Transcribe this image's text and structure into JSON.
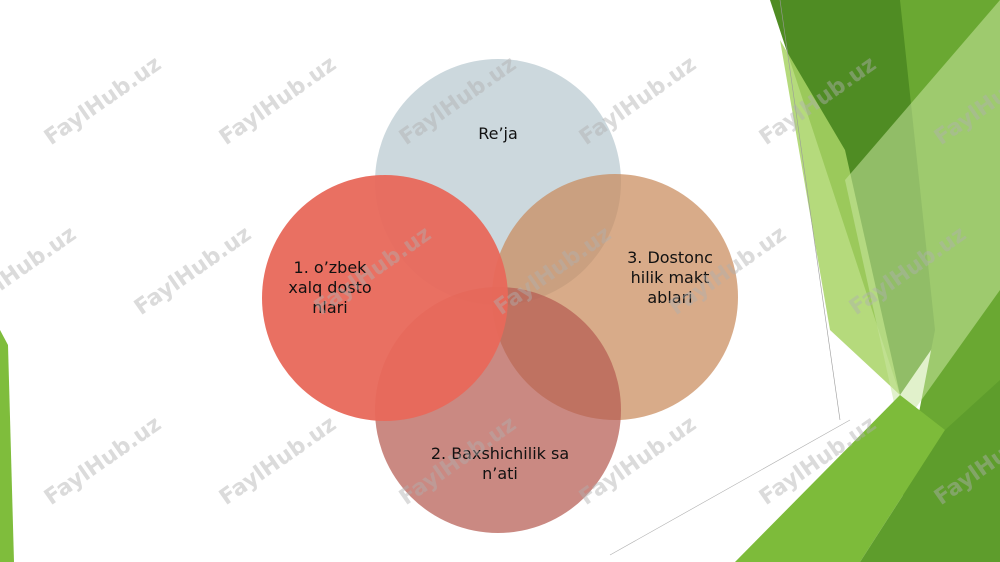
{
  "slide": {
    "circles": [
      {
        "id": "top",
        "label": "Re’ja",
        "color": "#c9d6db"
      },
      {
        "id": "right",
        "label": "3. Dostonchilik maktablari",
        "color": "#c98a5c"
      },
      {
        "id": "bottom",
        "label": "2. Baxshichilik san’ati",
        "color": "#b55b52"
      },
      {
        "id": "left",
        "label": "1. o’zbek xalq dostonlari",
        "color": "#e8685a"
      }
    ],
    "accent_colors": {
      "green_dark": "#4e8a22",
      "green_mid": "#6aa832",
      "green_light": "#9bcf53",
      "green_pale": "#c7e39a"
    },
    "watermark": "FaylHub.uz"
  }
}
